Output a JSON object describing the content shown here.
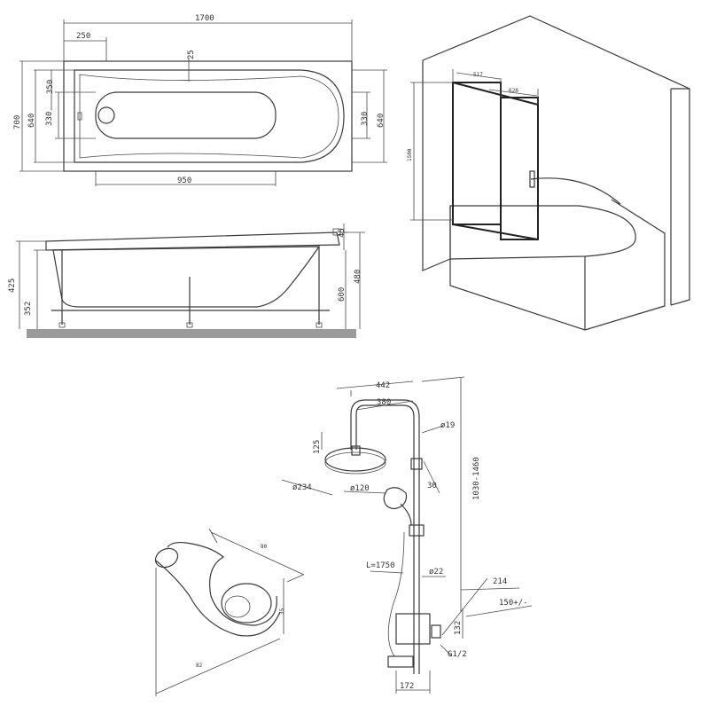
{
  "bath_top_view": {
    "length": "1700",
    "head_offset": "250",
    "rim_width": "25",
    "width": "700",
    "inner_width_left": "640",
    "drain_area_height": "350",
    "inner_bottom_left": "330",
    "inner_bottom_right": "330",
    "inner_width_right": "640",
    "bottom_length": "950"
  },
  "bath_side_view": {
    "height_left": "425",
    "legs_height": "352",
    "rim_thickness": "45",
    "total_height": "480",
    "depth": "600"
  },
  "screen_view": {
    "panel_width_1": "517",
    "panel_width_2": "628",
    "height": "1500"
  },
  "shower_system": {
    "head_reach": "442",
    "arm_length": "380",
    "pipe_diameter": "ø19",
    "head_drop": "125",
    "head_diameter": "ø234",
    "hand_shower_diameter": "ø120",
    "slider_size": "30",
    "hose_length": "L=1750",
    "rod_diameter": "ø22",
    "height_range": "1030-1460",
    "mixer_depth": "214",
    "mixer_projection": "150+/-",
    "mixer_height": "132",
    "inlet_thread": "G1/2",
    "mixer_width": "172"
  },
  "holder_view": {
    "depth": "80",
    "height": "35",
    "length": "82"
  }
}
